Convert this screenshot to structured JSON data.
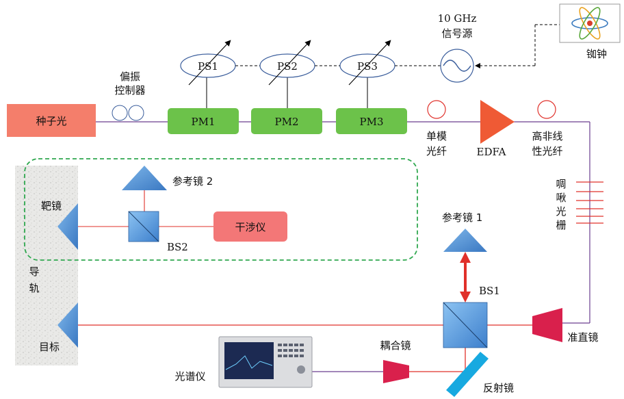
{
  "seed_light": "种子光",
  "polarization_controller": [
    "偏振",
    "控制器"
  ],
  "phase_shifters": [
    "PS1",
    "PS2",
    "PS3"
  ],
  "phase_modulators": [
    "PM1",
    "PM2",
    "PM3"
  ],
  "signal_source": [
    "10 GHz",
    "信号源"
  ],
  "clock": "铷钟",
  "single_mode_fiber": [
    "单模",
    "光纤"
  ],
  "amplifier": "EDFA",
  "hnlf": [
    "高非线",
    "性光纤"
  ],
  "chirped_grating": [
    "啁",
    "啾",
    "光",
    "栅"
  ],
  "reference_mirror_2": "参考镜 2",
  "target_mirror": "靶镜",
  "bs2": "BS2",
  "interferometer": "干涉仪",
  "reference_mirror_1": "参考镜 1",
  "bs1": "BS1",
  "rail": [
    "导",
    "轨"
  ],
  "target": "目标",
  "collimator": "准直镜",
  "coupler": "耦合镜",
  "spectrometer": "光谱仪",
  "reflector": "反射镜",
  "colors": {
    "seed": "#f47e6b",
    "modulator": "#6cc24a",
    "fiber": "#6a3d8f",
    "laser": "#e0302a",
    "beam_splitter": "#4e90d9",
    "dashed_box": "#2fa84f",
    "collimator": "#d9204c",
    "interferometer": "#f37777",
    "reflector": "#17a9e0"
  }
}
